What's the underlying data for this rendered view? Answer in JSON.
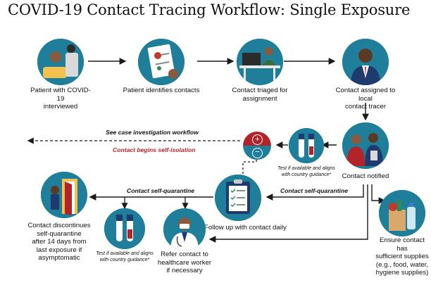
{
  "title": "COVID-19 Contact Tracing Workflow: Single Exposure",
  "colors": {
    "teal": "#1f7f9a",
    "red": "#b3242a",
    "navy": "#1f3a6d",
    "arrow": "#1a1a1a"
  },
  "nodes": {
    "interviewed": {
      "label_1": "Patient with COVID-19",
      "label_2": "interviewed",
      "icon": "patient-on-phone-icon"
    },
    "identifies": {
      "label": "Patient identifies contacts",
      "icon": "contact-list-clipboard-icon"
    },
    "triaged": {
      "label_1": "Contact triaged for",
      "label_2": "assignment",
      "icon": "worker-at-laptop-icon"
    },
    "assigned": {
      "label_1": "Contact assigned to local",
      "label_2": "contact tracer",
      "icon": "contact-tracer-icon"
    },
    "notified": {
      "label": "Contact notified",
      "icon": "phone-call-icon"
    },
    "test_top": {
      "note_1": "Test if available and aligns",
      "note_2": "with country guidance*",
      "icon": "test-tubes-icon"
    },
    "result": {
      "positive": "+",
      "negative": "−",
      "icon": "test-result-icon"
    },
    "follow_up": {
      "label": "Follow up with contact daily",
      "icon": "checklist-clipboard-icon"
    },
    "supplies": {
      "label_1": "Ensure contact has",
      "label_2": "sufficient supplies",
      "label_3": "(e.g., food, water,",
      "label_4": "hygiene supplies)",
      "icon": "grocery-bag-icon"
    },
    "discontinues": {
      "label_1": "Contact discontinues",
      "label_2": "self-quarantine",
      "label_3": "after 14 days from",
      "label_4": "last exposure if",
      "label_5": "asymptomatic",
      "icon": "open-door-icon"
    },
    "test_bottom": {
      "note_1": "Test if available and aligns",
      "note_2": "with country guidance*",
      "icon": "test-tubes-icon"
    },
    "refer": {
      "label_1": "Refer contact to",
      "label_2": "healthcare worker",
      "label_3": "if necessary",
      "icon": "healthcare-worker-icon"
    }
  },
  "edges": {
    "case_investigation": "See case investigation workflow",
    "self_isolation": "Contact begins self-isolation",
    "self_quarantine_right": "Contact self-quarantine",
    "self_quarantine_left": "Contact self-quarantine"
  }
}
